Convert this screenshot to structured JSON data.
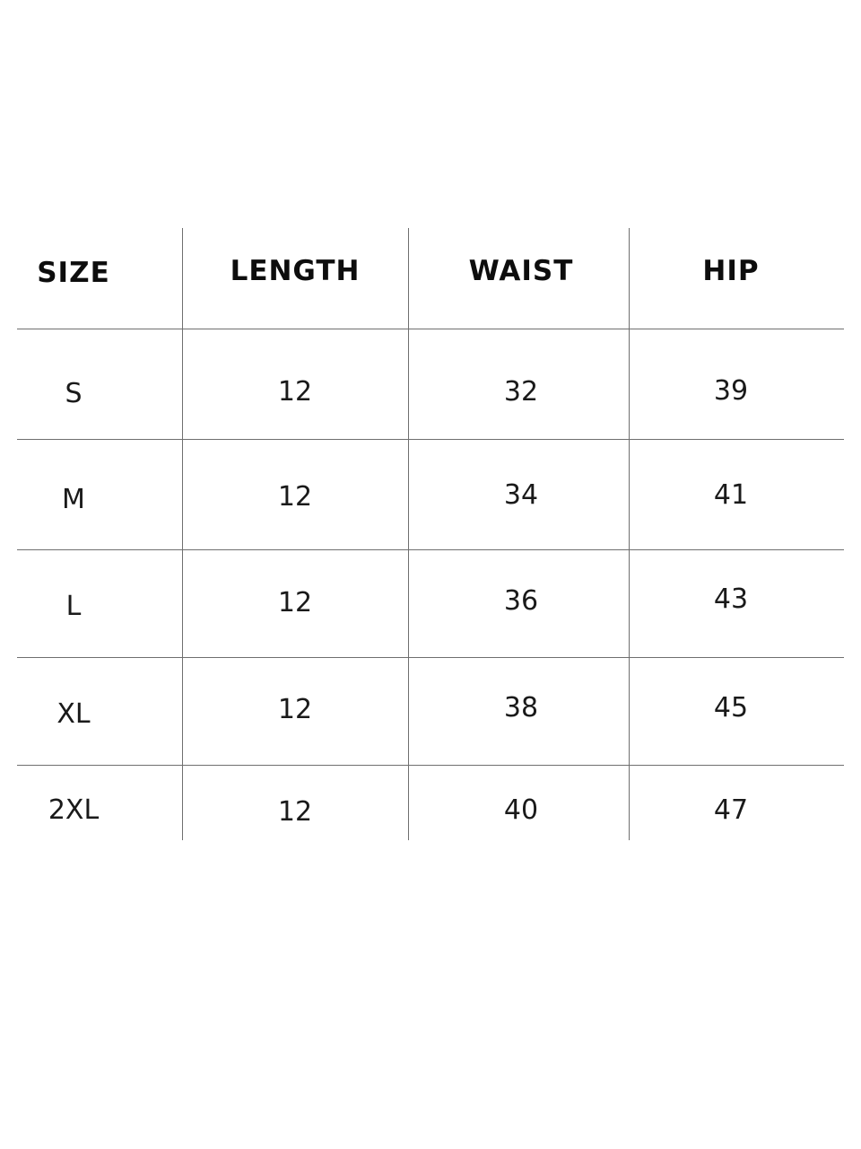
{
  "size_chart": {
    "headers": [
      "SIZE",
      "LENGTH",
      "WAIST",
      "HIP"
    ],
    "rows": [
      [
        "S",
        "12",
        "32",
        "39"
      ],
      [
        "M",
        "12",
        "34",
        "41"
      ],
      [
        "L",
        "12",
        "36",
        "43"
      ],
      [
        "XL",
        "12",
        "38",
        "45"
      ],
      [
        "2XL",
        "12",
        "40",
        "47"
      ]
    ]
  }
}
